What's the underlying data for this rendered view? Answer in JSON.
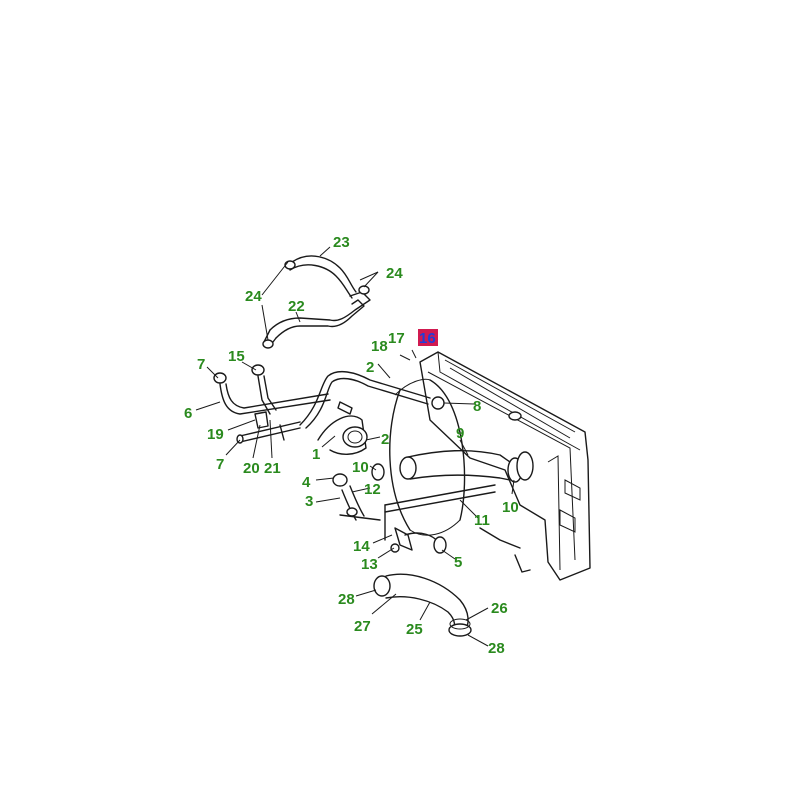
{
  "colors": {
    "callout_text": "#2a8a1e",
    "highlight_fill": "#d11a50",
    "highlight_text": "#1f3fd9",
    "line": "#1a1a1a",
    "background": "#ffffff"
  },
  "callouts": {
    "c23": "23",
    "c24a": "24",
    "c24b": "24",
    "c22": "22",
    "c7a": "7",
    "c15": "15",
    "c6": "6",
    "c19": "19",
    "c7b": "7",
    "c20": "20",
    "c21": "21",
    "c18": "18",
    "c17": "17",
    "c16": "16",
    "c2a": "2",
    "c8": "8",
    "c9": "9",
    "c2b": "2",
    "c1": "1",
    "c10a": "10",
    "c10b": "10",
    "c4": "4",
    "c12": "12",
    "c3": "3",
    "c11": "11",
    "c14": "14",
    "c13": "13",
    "c5": "5",
    "c28a": "28",
    "c26": "26",
    "c27": "27",
    "c25": "25",
    "c28b": "28"
  }
}
